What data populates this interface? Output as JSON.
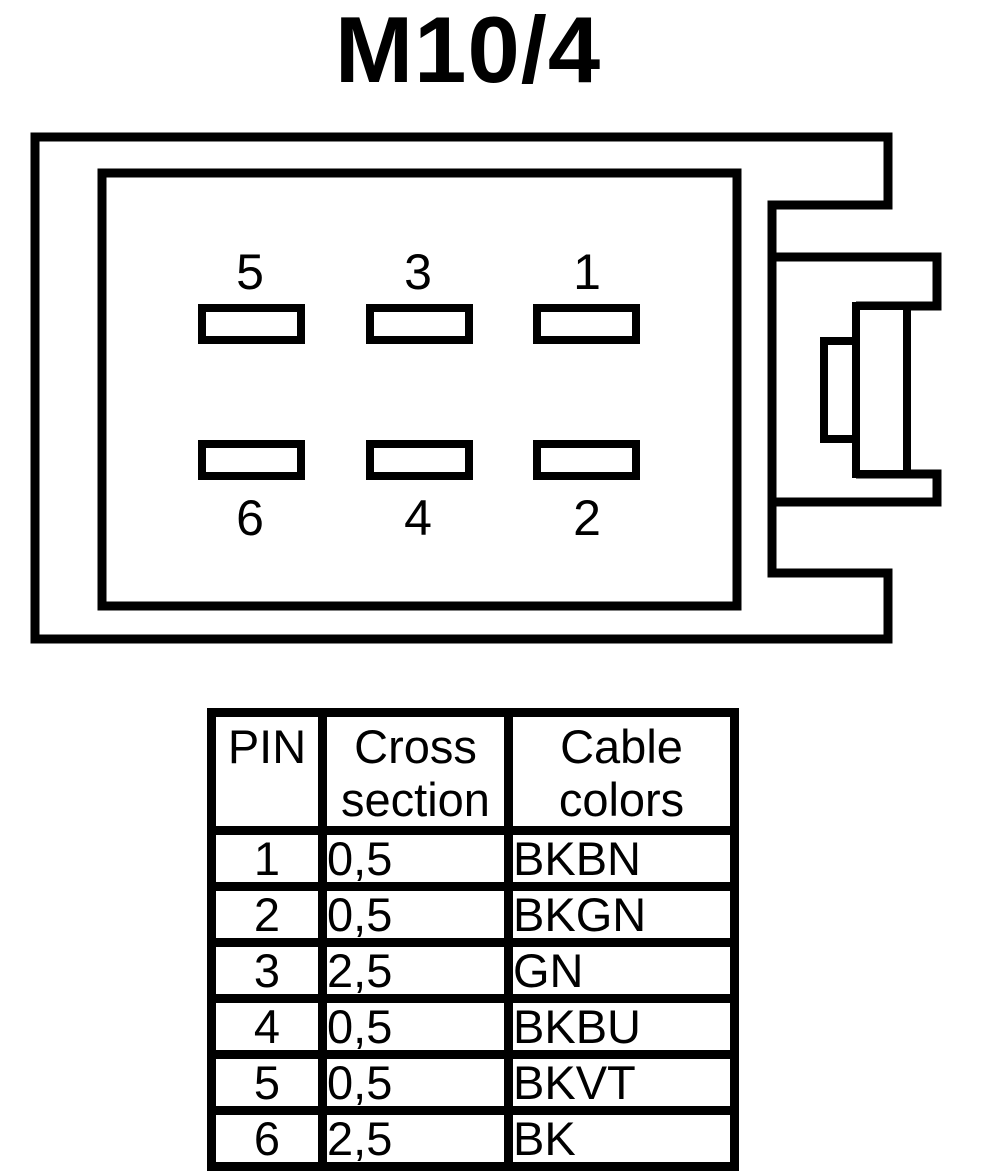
{
  "page": {
    "background_color": "#ffffff",
    "ink_color": "#000000"
  },
  "title": "M10/4",
  "connector": {
    "pins_top": [
      "5",
      "3",
      "1"
    ],
    "pins_bottom": [
      "6",
      "4",
      "2"
    ]
  },
  "table": {
    "columns": [
      {
        "title": "PIN"
      },
      {
        "title": "Cross\nsection"
      },
      {
        "title": "Cable\ncolors"
      }
    ],
    "rows": [
      {
        "pin": "1",
        "cross_section": "0,5",
        "cable_color": "BKBN"
      },
      {
        "pin": "2",
        "cross_section": "0,5",
        "cable_color": "BKGN"
      },
      {
        "pin": "3",
        "cross_section": "2,5",
        "cable_color": "GN"
      },
      {
        "pin": "4",
        "cross_section": "0,5",
        "cable_color": "BKBU"
      },
      {
        "pin": "5",
        "cross_section": "0,5",
        "cable_color": "BKVT"
      },
      {
        "pin": "6",
        "cross_section": "2,5",
        "cable_color": "BK"
      }
    ]
  }
}
